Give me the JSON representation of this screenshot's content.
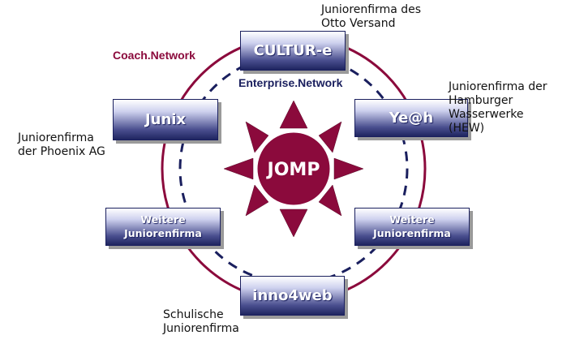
{
  "networks": {
    "coach": {
      "label": "Coach.Network",
      "color": "#8b0a3c"
    },
    "enterprise": {
      "label": "Enterprise.Network",
      "color": "#1a1f5e"
    }
  },
  "center": {
    "label": "JOMP",
    "color": "#8b0a3c"
  },
  "nodes": {
    "culture": {
      "label": "CULTUR-e",
      "description": "Juniorenfirma des\nOtto Versand"
    },
    "yeah": {
      "label": "Ye@h",
      "description": "Juniorenfirma der\nHamburger\nWasserwerke\n(HEW)"
    },
    "junix": {
      "label": "Junix",
      "description": "Juniorenfirma\nder Phoenix AG"
    },
    "inno4web": {
      "label": "inno4web",
      "description": "Schulische\nJuniorenfirma"
    },
    "weitere_left": {
      "label": "Weitere\nJuniorenfirma"
    },
    "weitere_right": {
      "label": "Weitere\nJuniorenfirma"
    }
  }
}
